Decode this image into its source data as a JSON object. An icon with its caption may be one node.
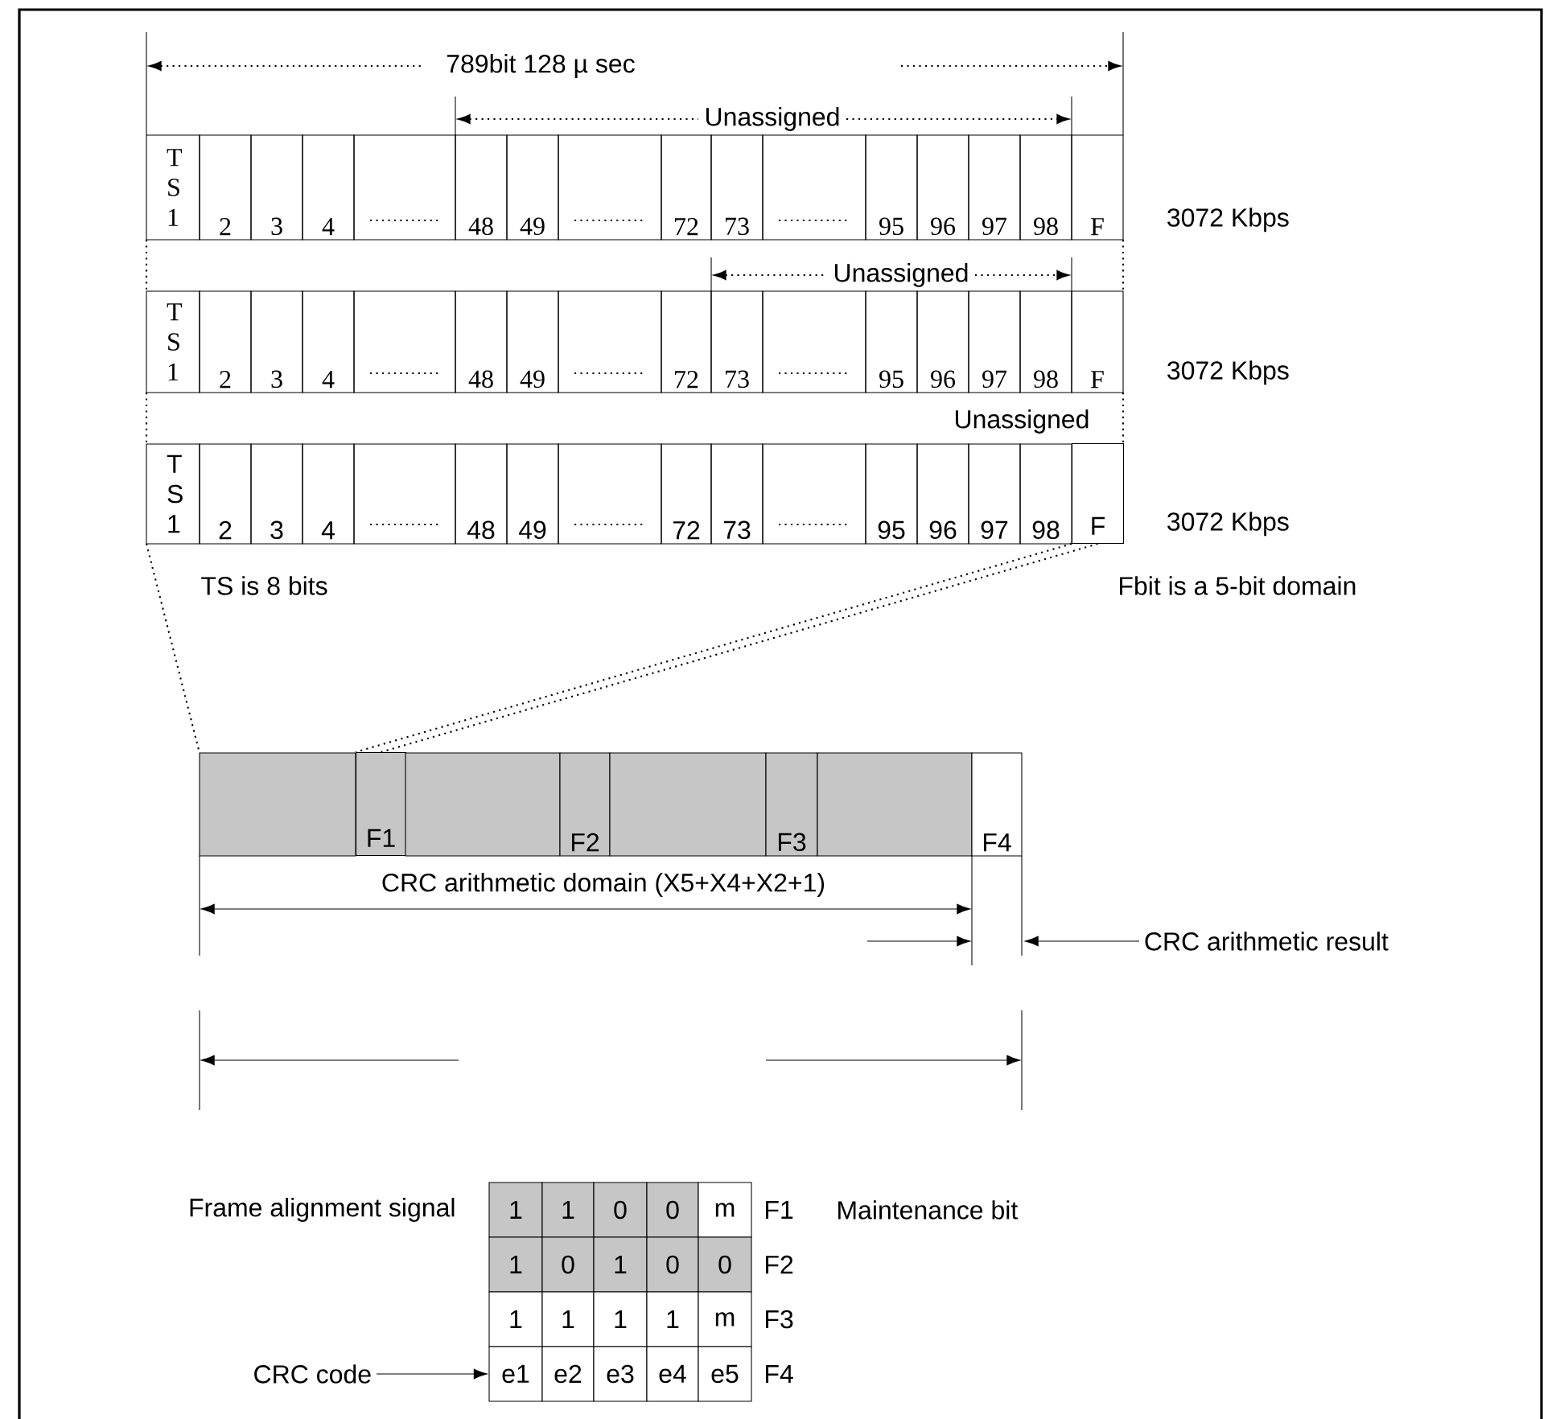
{
  "diagram": {
    "nodes": [
      {
        "text": [
          "CRC arithmetic result"
        ]
      },
      {
        "text": [
          "CRC code"
        ]
      },
      {
        "text": [
          "e1"
        ]
      },
      {
        "text": [
          "F"
        ]
      },
      {
        "text": [
          "F1"
        ]
      }
    ],
    "edges": [
      {
        "from": 0,
        "to": null,
        "arrow": "to"
      },
      {
        "from": 1,
        "to": 2,
        "arrow": "to"
      },
      {
        "from": 3,
        "to": 4,
        "arrow": "none",
        "style": "dashed"
      },
      {
        "from": 3,
        "to": 4,
        "arrow": "none",
        "style": "dashed"
      }
    ],
    "labels": [
      "789bit 128 µ sec",
      "Unassigned",
      "T S 1",
      "2",
      "3",
      "4",
      "48",
      "49",
      "72",
      "73",
      "95",
      "96",
      "97",
      "98",
      "F",
      "3072 Kbps",
      "Unassigned",
      "T S 1",
      "2",
      "3",
      "4",
      "48",
      "49",
      "72",
      "73",
      "95",
      "96",
      "97",
      "98",
      "F",
      "3072 Kbps",
      "Unassigned",
      "T S 1",
      "2",
      "3",
      "4",
      "48",
      "49",
      "72",
      "73",
      "95",
      "96",
      "97",
      "98",
      "3072 Kbps",
      "TS is 8 bits",
      "Fbit is a 5-bit domain",
      "F2",
      "F3",
      "F4",
      "CRC arithmetic domain (X5+X4+X2+1)",
      "Frame alignment signal",
      "1",
      "1",
      "0",
      "0",
      "m",
      "F1",
      "Maintenance bit",
      "1",
      "0",
      "1",
      "0",
      "0",
      "F2",
      "1",
      "1",
      "1",
      "1",
      "m",
      "F3",
      "e2",
      "e3",
      "e4",
      "e5",
      "F4"
    ]
  }
}
